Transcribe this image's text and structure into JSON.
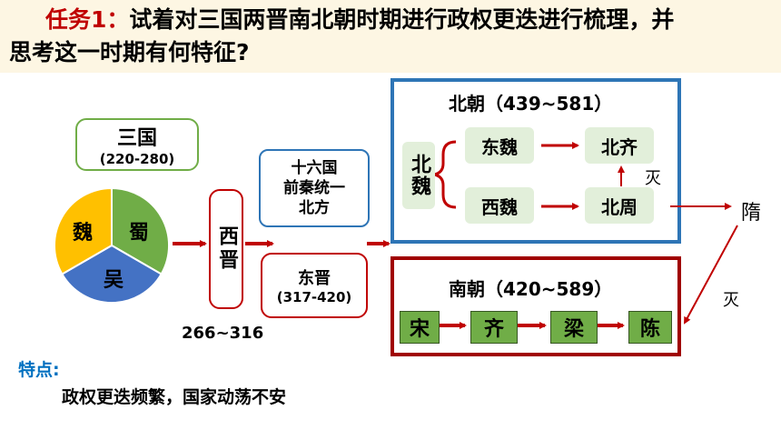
{
  "title": {
    "task_label": "任务1：",
    "line1": "试着对三国两晋南北朝时期进行政权更迭进行梳理，并",
    "line2": "思考这一时期有何特征?"
  },
  "three_kingdoms": {
    "name": "三国",
    "years": "(220-280)",
    "wei": "魏",
    "shu": "蜀",
    "wu": "吴"
  },
  "western_jin": {
    "name": "西晋",
    "years": "266~316"
  },
  "sixteen_states": {
    "line1": "十六国",
    "line2": "前秦统一",
    "line3": "北方"
  },
  "eastern_jin": {
    "name": "东晋",
    "years": "(317-420)"
  },
  "northern": {
    "title": "北朝（439~581）",
    "northern_wei": "北魏",
    "eastern_wei": "东魏",
    "western_wei": "西魏",
    "northern_qi": "北齐",
    "northern_zhou": "北周",
    "destroyed": "灭"
  },
  "southern": {
    "title": "南朝（420~589）",
    "song": "宋",
    "qi": "齐",
    "liang": "梁",
    "chen": "陈"
  },
  "sui": {
    "name": "隋",
    "destroyed": "灭"
  },
  "features": {
    "label": "特点:",
    "text": "政权更迭频繁，国家动荡不安"
  },
  "colors": {
    "red": "#c00000",
    "blue": "#2e75b6",
    "green": "#70ad47",
    "yellow": "#ffc000",
    "pie_blue": "#4472c4"
  }
}
